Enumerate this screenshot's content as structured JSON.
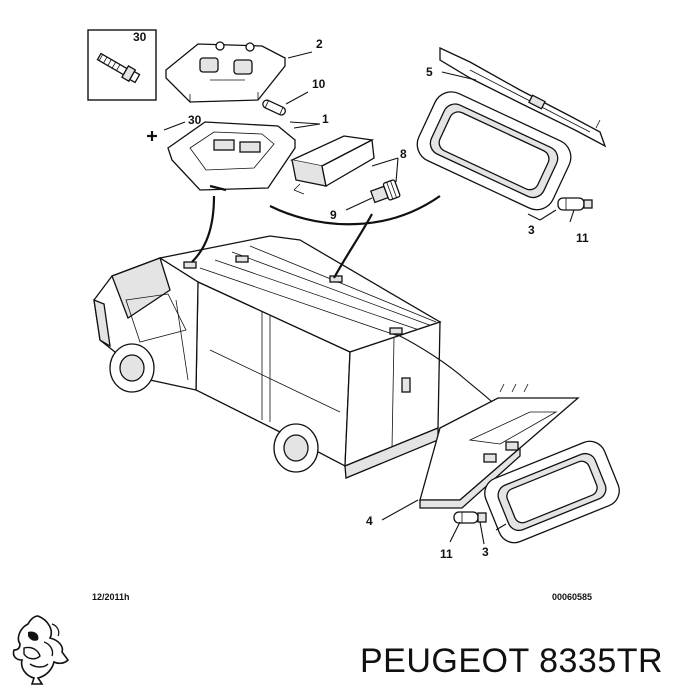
{
  "callouts": [
    "30",
    "2",
    "10",
    "1",
    "30",
    "8",
    "9",
    "5",
    "3",
    "11",
    "4",
    "11",
    "3"
  ],
  "footer": {
    "date_code": "12/2011h",
    "ref_code": "00060585"
  },
  "caption": {
    "brand": "PEUGEOT",
    "part_number": "8335TR"
  },
  "logo": {
    "icon": "peugeot-lion-icon"
  }
}
